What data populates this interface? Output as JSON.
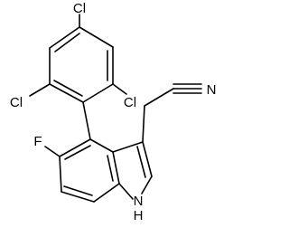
{
  "molecule": {
    "atoms": {
      "cl_top": "Cl",
      "cl_left": "Cl",
      "cl_right": "Cl",
      "fluorine": "F",
      "nitrile_n": "N",
      "indole_nh": "N",
      "indole_h": "H"
    }
  }
}
